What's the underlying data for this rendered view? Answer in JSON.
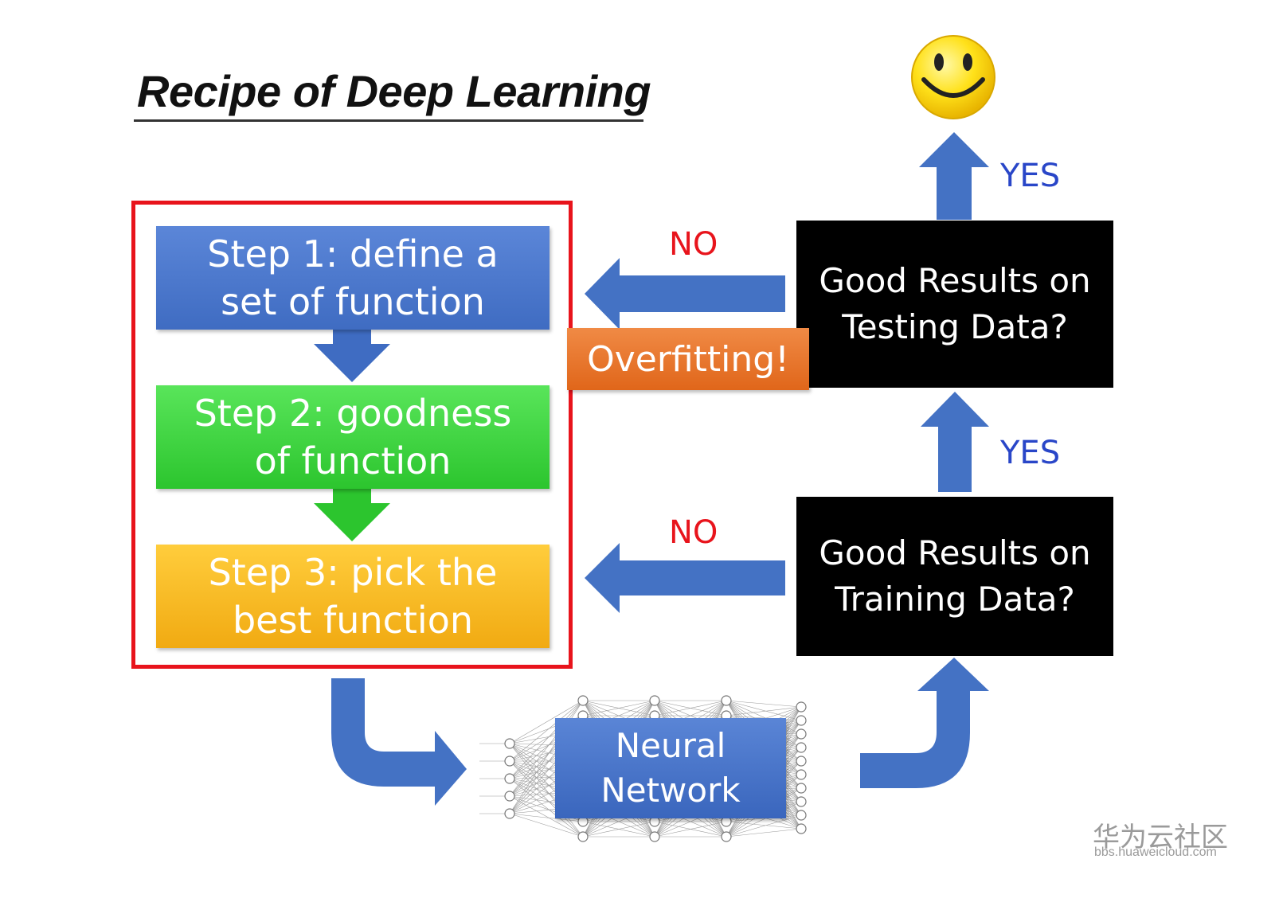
{
  "title": "Recipe of Deep Learning",
  "steps": {
    "step1": "Step 1: define a set of function",
    "step2": "Step 2: goodness of function",
    "step3": "Step 3: pick the best function"
  },
  "decisions": {
    "testing": "Good Results on Testing Data?",
    "training": "Good Results on Training Data?"
  },
  "labels": {
    "no_top": "NO",
    "no_bottom": "NO",
    "yes_top": "YES",
    "yes_bottom": "YES",
    "overfitting": "Overfitting!"
  },
  "neural_network": "Neural Network",
  "watermark": {
    "name": "华为云社区",
    "url": "bbs.huaweicloud.com"
  },
  "colors": {
    "arrow_blue": "#4472c4",
    "frame_red": "#e8141c",
    "step1": "#4a78cc",
    "step2": "#3bd23d",
    "step3": "#f8bb22",
    "overfitting": "#e8742a",
    "no_text": "#e8141c",
    "yes_text": "#2946c8"
  },
  "icons": [
    "smiley-face-icon",
    "neural-network-graph-icon"
  ]
}
